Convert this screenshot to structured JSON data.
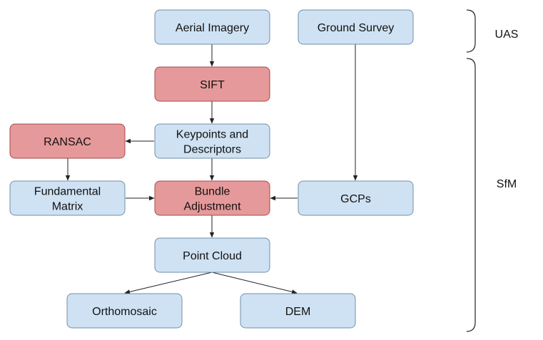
{
  "colors": {
    "blue_fill": "#cfe2f3",
    "blue_stroke": "#6f8fa8",
    "red_fill": "#e6999a",
    "red_stroke": "#a44a4a",
    "arrow": "#222222"
  },
  "nodes": {
    "aerial_imagery": {
      "lines": [
        "Aerial Imagery"
      ],
      "color": "blue"
    },
    "ground_survey": {
      "lines": [
        "Ground Survey"
      ],
      "color": "blue"
    },
    "sift": {
      "lines": [
        "SIFT"
      ],
      "color": "red"
    },
    "ransac": {
      "lines": [
        "RANSAC"
      ],
      "color": "red"
    },
    "keypoints": {
      "lines": [
        "Keypoints and",
        "Descriptors"
      ],
      "color": "blue"
    },
    "fundamental": {
      "lines": [
        "Fundamental",
        "Matrix"
      ],
      "color": "blue"
    },
    "bundle": {
      "lines": [
        "Bundle",
        "Adjustment"
      ],
      "color": "red"
    },
    "gcps": {
      "lines": [
        "GCPs"
      ],
      "color": "blue"
    },
    "point_cloud": {
      "lines": [
        "Point Cloud"
      ],
      "color": "blue"
    },
    "orthomosaic": {
      "lines": [
        "Orthomosaic"
      ],
      "color": "blue"
    },
    "dem": {
      "lines": [
        "DEM"
      ],
      "color": "blue"
    }
  },
  "edges": [
    {
      "from": "aerial_imagery",
      "to": "sift"
    },
    {
      "from": "sift",
      "to": "keypoints"
    },
    {
      "from": "keypoints",
      "to": "ransac"
    },
    {
      "from": "keypoints",
      "to": "bundle"
    },
    {
      "from": "ransac",
      "to": "fundamental"
    },
    {
      "from": "fundamental",
      "to": "bundle"
    },
    {
      "from": "ground_survey",
      "to": "gcps"
    },
    {
      "from": "gcps",
      "to": "bundle"
    },
    {
      "from": "bundle",
      "to": "point_cloud"
    },
    {
      "from": "point_cloud",
      "to": "orthomosaic"
    },
    {
      "from": "point_cloud",
      "to": "dem"
    }
  ],
  "groups": {
    "uas": {
      "label": "UAS"
    },
    "sfm": {
      "label": "SfM"
    }
  }
}
